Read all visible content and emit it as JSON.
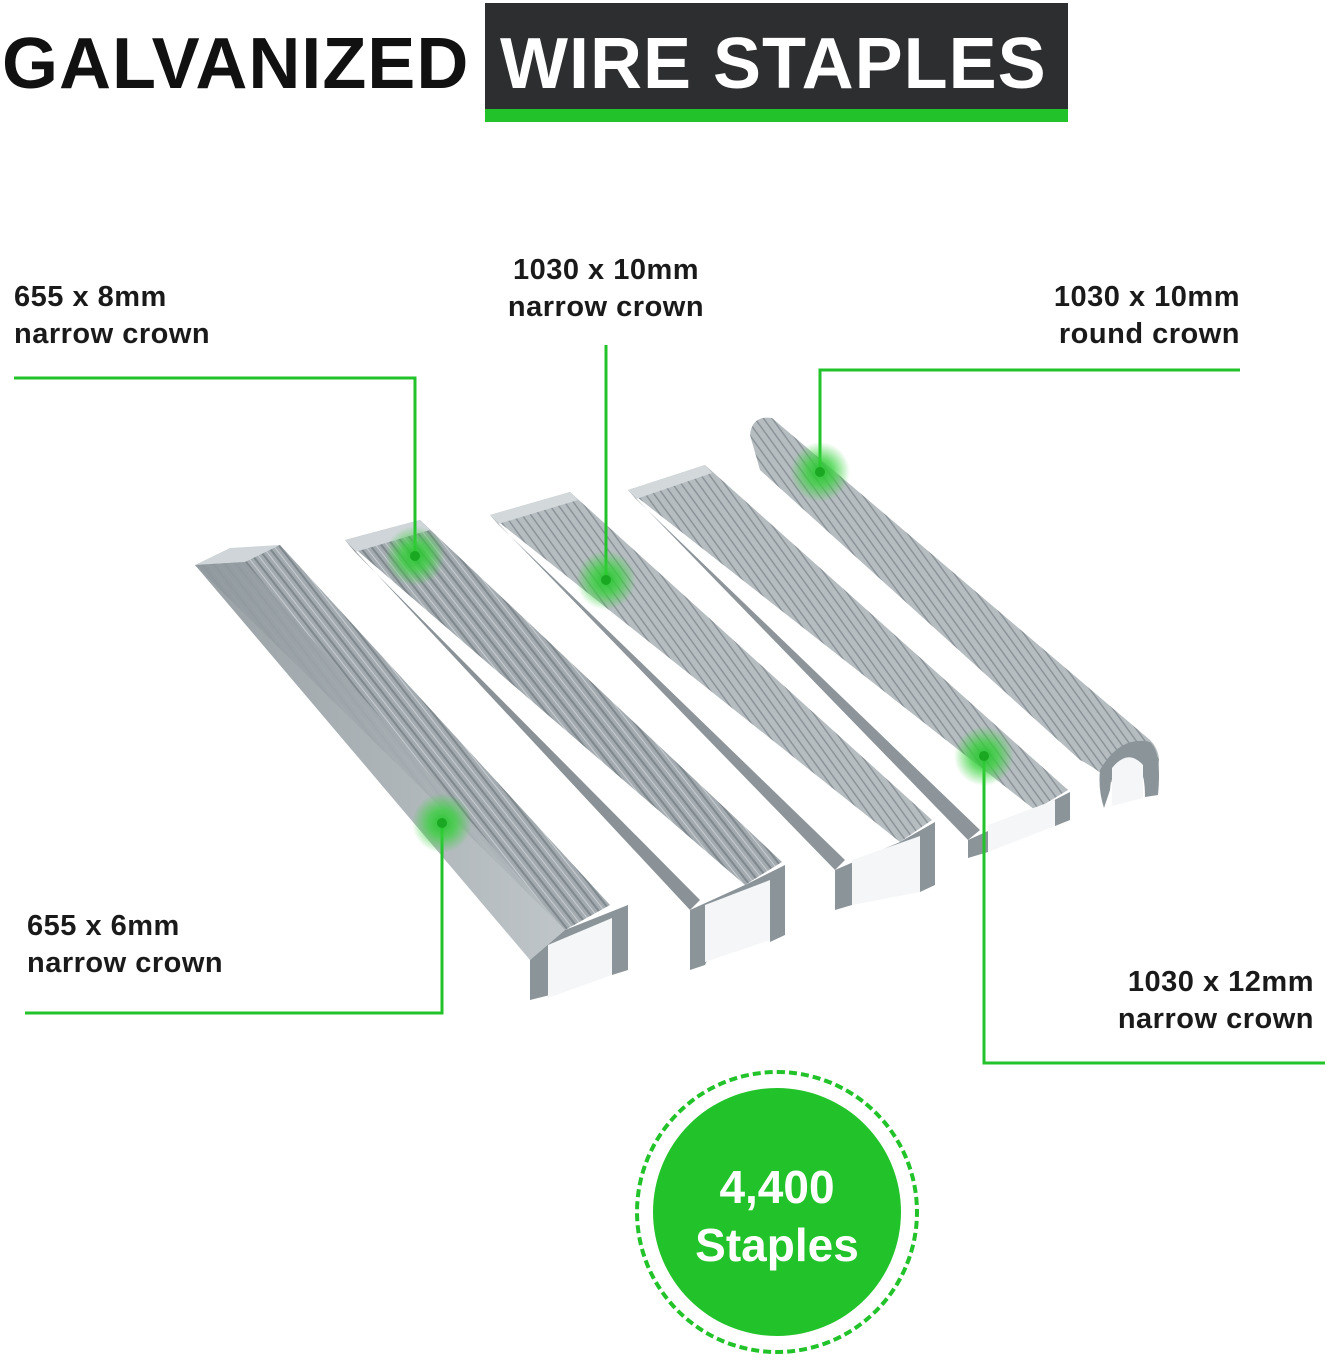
{
  "heading": {
    "part1": "GALVANIZED",
    "part2": "WIRE STAPLES"
  },
  "colors": {
    "accent_green": "#22c32a",
    "heading_box": "#2d2e30",
    "steel": "#9aa3a8"
  },
  "labels": {
    "top_left": {
      "line1": "655 x 8mm",
      "line2": "narrow crown"
    },
    "top_center": {
      "line1": "1030 x 10mm",
      "line2": "narrow crown"
    },
    "top_right": {
      "line1": "1030 x 10mm",
      "line2": "round crown"
    },
    "bottom_left": {
      "line1": "655 x 6mm",
      "line2": "narrow crown"
    },
    "bottom_right": {
      "line1": "1030 x 12mm",
      "line2": "narrow crown"
    }
  },
  "badge": {
    "count": "4,400",
    "unit": "Staples"
  }
}
